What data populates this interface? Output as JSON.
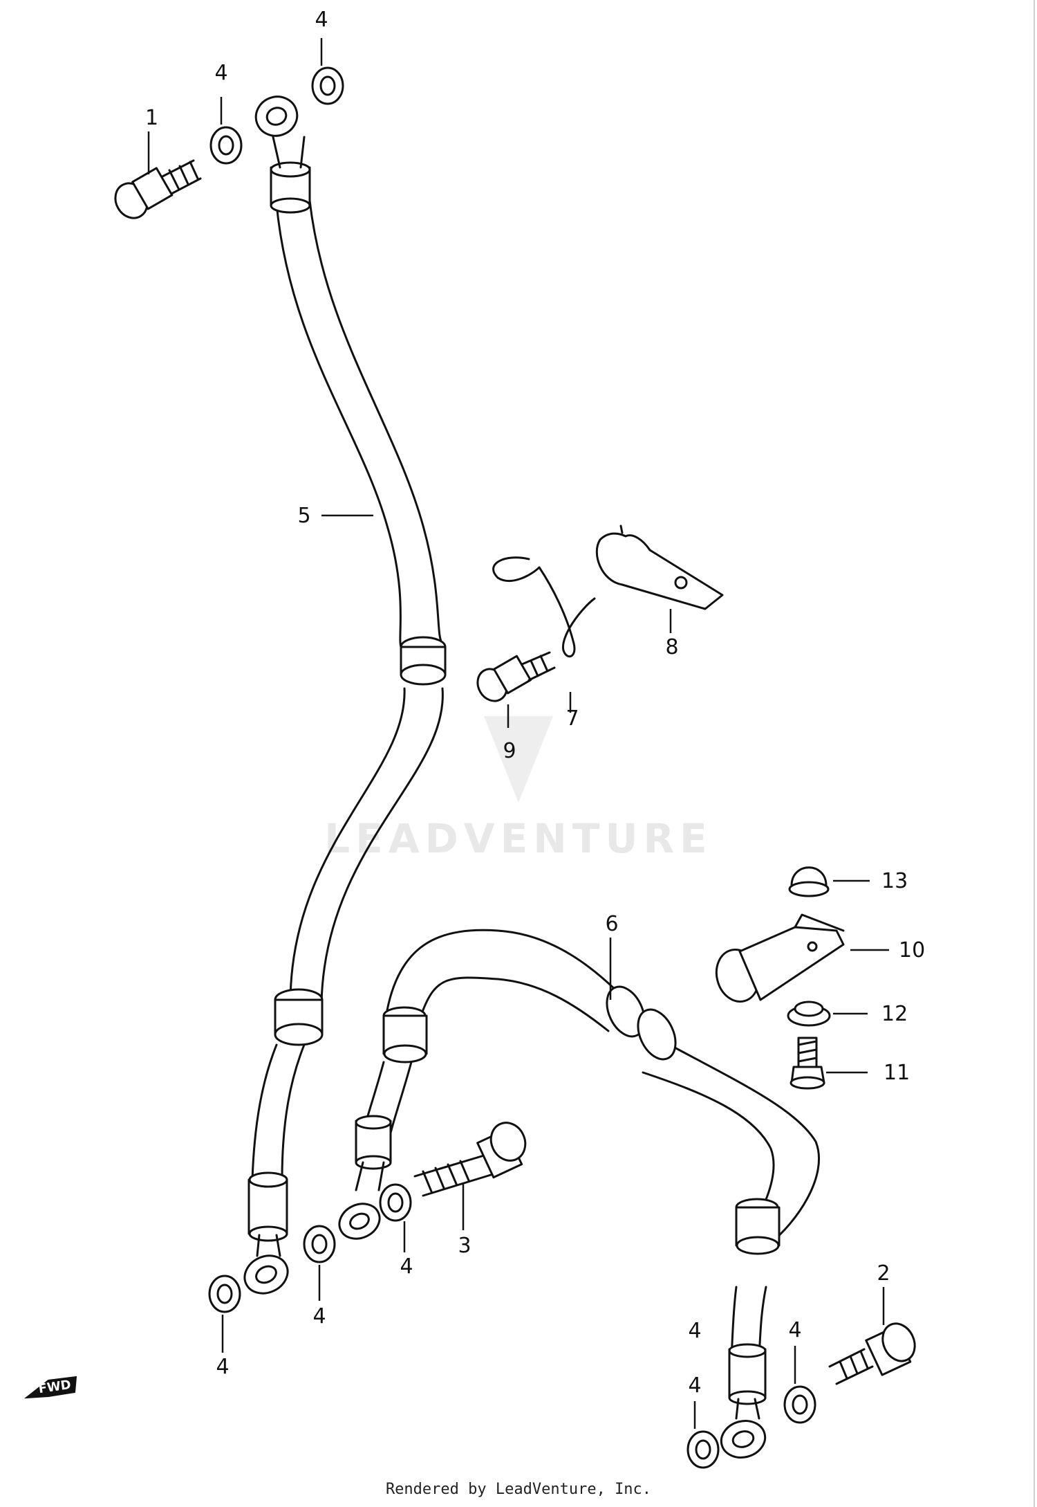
{
  "diagram": {
    "callouts": {
      "c1": "1",
      "c2": "2",
      "c3": "3",
      "c4a": "4",
      "c4b": "4",
      "c4c": "4",
      "c4d": "4",
      "c4e": "4",
      "c4f": "4",
      "c4g": "4",
      "c4h": "4",
      "c5": "5",
      "c6": "6",
      "c7": "7",
      "c8": "8",
      "c9": "9",
      "c10": "10",
      "c11": "11",
      "c12": "12",
      "c13": "13"
    },
    "watermark": "LEADVENTURE",
    "fwd_label": "FWD",
    "credit": "Rendered by LeadVenture, Inc."
  }
}
